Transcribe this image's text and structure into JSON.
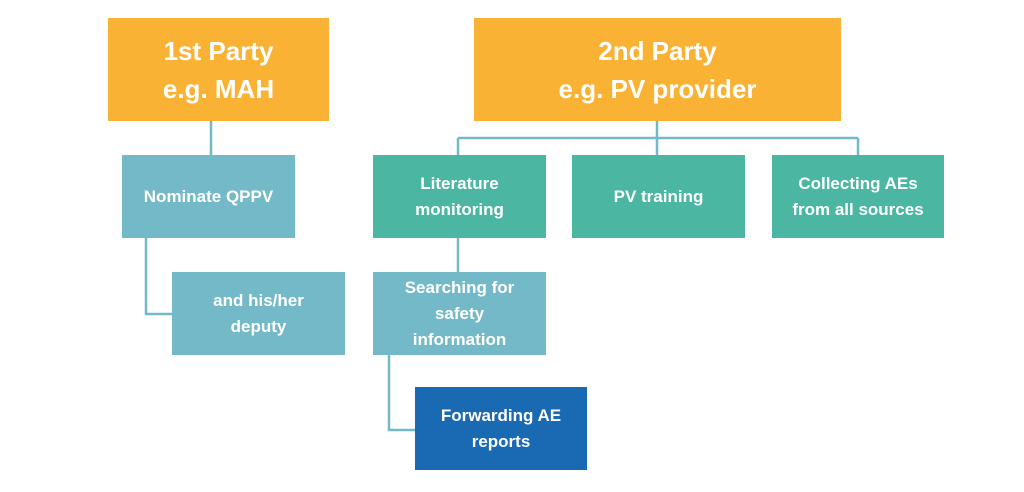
{
  "colors": {
    "party": "#f9b233",
    "teal": "#4bb6a2",
    "light_blue": "#74b9c8",
    "dark_blue": "#1a69b3",
    "connector": "#74b9c8"
  },
  "first_party": {
    "label": "1st Party\ne.g. MAH",
    "children": {
      "nominate_qppv": "Nominate QPPV",
      "deputy": "and his/her\ndeputy"
    }
  },
  "second_party": {
    "label": "2nd Party\ne.g. PV provider",
    "children": {
      "literature_monitoring": "Literature\nmonitoring",
      "pv_training": "PV training",
      "collecting_aes": "Collecting AEs\nfrom all sources",
      "searching": "Searching for\nsafety\ninformation",
      "forwarding": "Forwarding AE\nreports"
    }
  }
}
